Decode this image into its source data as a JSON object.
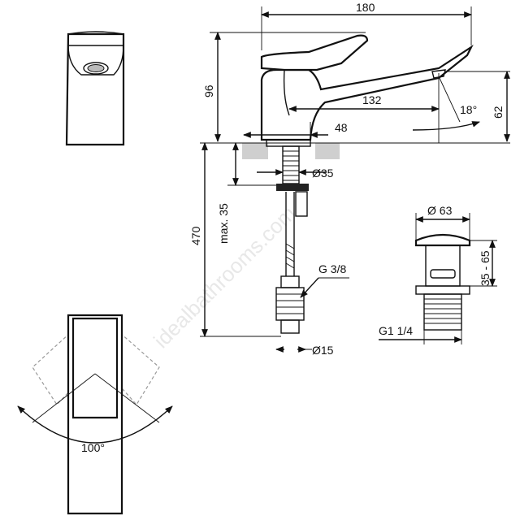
{
  "watermark": "idealbathrooms.com",
  "dimensions": {
    "overall_length": "180",
    "height": "96",
    "spout_reach": "132",
    "outlet_height": "62",
    "spout_angle": "18°",
    "base_offset": "48",
    "shank_diameter": "Ø35",
    "max_deck": "max. 35",
    "hose_length": "470",
    "hose_thread": "G 3/8",
    "hose_diameter": "Ø15",
    "waste_diameter": "Ø 63",
    "waste_range": "35 - 65",
    "waste_thread": "G1 1/4",
    "handle_rotation": "100°"
  }
}
